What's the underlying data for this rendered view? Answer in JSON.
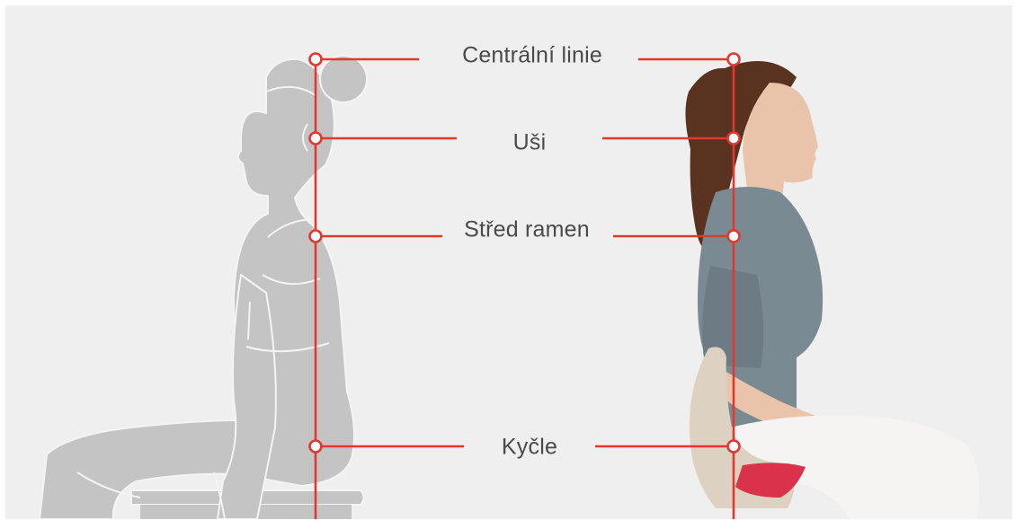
{
  "labels": {
    "central_line": "Centrální linie",
    "ears": "Uši",
    "shoulder_center": "Střed ramen",
    "hips": "Kyčle"
  },
  "colors": {
    "background": "#efefef",
    "guide_line": "#e2382f",
    "silhouette": "#c4c4c4",
    "silhouette_outline": "#f4f4f4",
    "label_text": "#4a4a4a",
    "shirt": "#7a8a93",
    "hair": "#5a3320",
    "skin": "#e9c4ab",
    "pants": "#f5f4f2",
    "seat_shell": "#ddd2c2",
    "seat_cushion": "#d9324a"
  }
}
